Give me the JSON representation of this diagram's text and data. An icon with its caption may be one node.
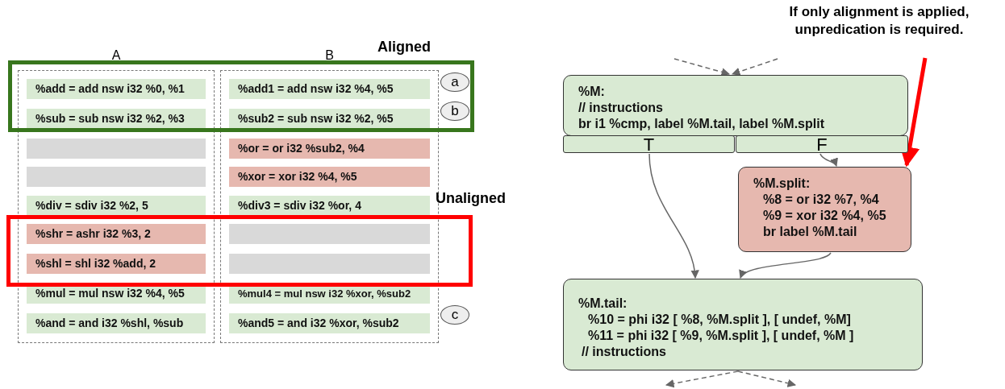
{
  "diagram": {
    "nodes": [
      {
        "text": [
          "A"
        ]
      },
      {
        "text": [
          "B"
        ]
      },
      {
        "text": [
          "%add = add nsw i32 %0, %1"
        ]
      },
      {
        "text": [
          "%sub = sub nsw i32 %2, %3"
        ]
      },
      {
        "text": [],
        "shape": "bar",
        "in": 0
      },
      {
        "text": [],
        "shape": "bar",
        "in": 0
      },
      {
        "text": [
          "%div = sdiv i32 %2, 5"
        ],
        "in": 0
      },
      {
        "text": [
          "%shr = ashr i32 %3, 2"
        ]
      },
      {
        "text": [
          "%shl = shl i32 %add, 2"
        ]
      },
      {
        "text": [
          "%mul = mul nsw i32 %4, %5"
        ],
        "in": 0
      },
      {
        "text": [
          "%and = and i32 %shl, %sub"
        ],
        "in": 0
      },
      {
        "text": [
          "%add1 = add nsw i32 %4, %5"
        ]
      },
      {
        "text": [
          "%sub2 = sub nsw i32 %2, %5"
        ]
      },
      {
        "text": [
          "%or = or i32 %sub2, %4"
        ],
        "in": 1
      },
      {
        "text": [
          "%xor = xor i32 %4, %5"
        ],
        "in": 1
      },
      {
        "text": [
          "%div3 = sdiv i32 %or, 4"
        ],
        "in": 1
      },
      {
        "text": [],
        "shape": "bar"
      },
      {
        "text": [],
        "shape": "bar"
      },
      {
        "text": [
          "%mul4 = mul nsw i32 %xor, %sub2"
        ],
        "in": 1
      },
      {
        "text": [
          "%and5 = and i32 %xor, %sub2"
        ],
        "in": 1
      },
      {
        "text": [
          "Aligned"
        ]
      },
      {
        "text": [
          "Unaligned"
        ]
      },
      {
        "text": [
          "a"
        ],
        "in": 20
      },
      {
        "text": [
          "b"
        ],
        "in": 20
      },
      {
        "text": [
          "c"
        ]
      },
      {
        "text": [
          "%M:",
          "// instructions",
          "br i1 %cmp, label %M.tail, label %M.split"
        ]
      },
      {
        "text": [
          "T"
        ]
      },
      {
        "text": [
          "F"
        ]
      },
      {
        "text": [
          "%M.split:",
          "%8 = or i32 %7, %4",
          "%9 = xor i32 %4, %5",
          "br label %M.tail"
        ]
      },
      {
        "text": [
          "%M.tail:",
          "%10 = phi i32 [ %8, %M.split ], [ undef, %M]",
          "%11 = phi i32 [ %9, %M.split ], [ undef, %M ]",
          "// instructions"
        ]
      },
      {
        "text": [
          "If only alignment is applied, unpredication is required."
        ]
      }
    ],
    "edges": [
      {
        "from": null,
        "to": 25,
        "arrow": "to",
        "style": "dashed"
      },
      {
        "from": null,
        "to": 25,
        "arrow": "to",
        "style": "dashed"
      },
      {
        "from": 27,
        "to": 28,
        "arrow": "to"
      },
      {
        "from": 26,
        "to": 29,
        "arrow": "to"
      },
      {
        "from": 28,
        "to": 29,
        "arrow": "to"
      },
      {
        "from": 29,
        "to": null,
        "arrow": "to",
        "style": "dashed"
      },
      {
        "from": 29,
        "to": null,
        "arrow": "to",
        "style": "dashed"
      },
      {
        "from": 30,
        "to": 28,
        "arrow": "to",
        "style": "thick",
        "color": "#ff0000"
      }
    ]
  }
}
